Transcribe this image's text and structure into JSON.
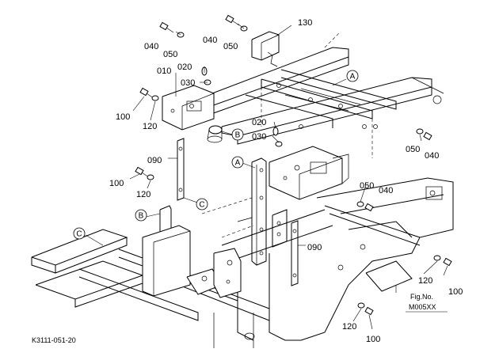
{
  "part_labels": {
    "p040_top": "040",
    "p050_top": "050",
    "p130": "130",
    "p020_a": "020",
    "p010": "010",
    "p030_a": "030",
    "p100_left": "100",
    "p120_left": "120",
    "p020_b": "020",
    "p030_b": "030",
    "p050_right": "050",
    "p040_right": "040",
    "p090_a": "090",
    "p100_mid": "100",
    "p120_mid": "120",
    "p050_center": "050",
    "p040_center": "040",
    "p090_b": "090",
    "p120_br": "120",
    "p100_br": "100",
    "p120_bottom": "120",
    "p100_bottom": "100"
  },
  "callouts": {
    "a_top": "A",
    "b_upper": "B",
    "a_mid": "A",
    "c_upper": "C",
    "b_lower": "B",
    "c_lower": "C"
  },
  "fig_label": "Fig.No.",
  "fig_number": "M005XX",
  "drawing_code": "K3111-051-20"
}
